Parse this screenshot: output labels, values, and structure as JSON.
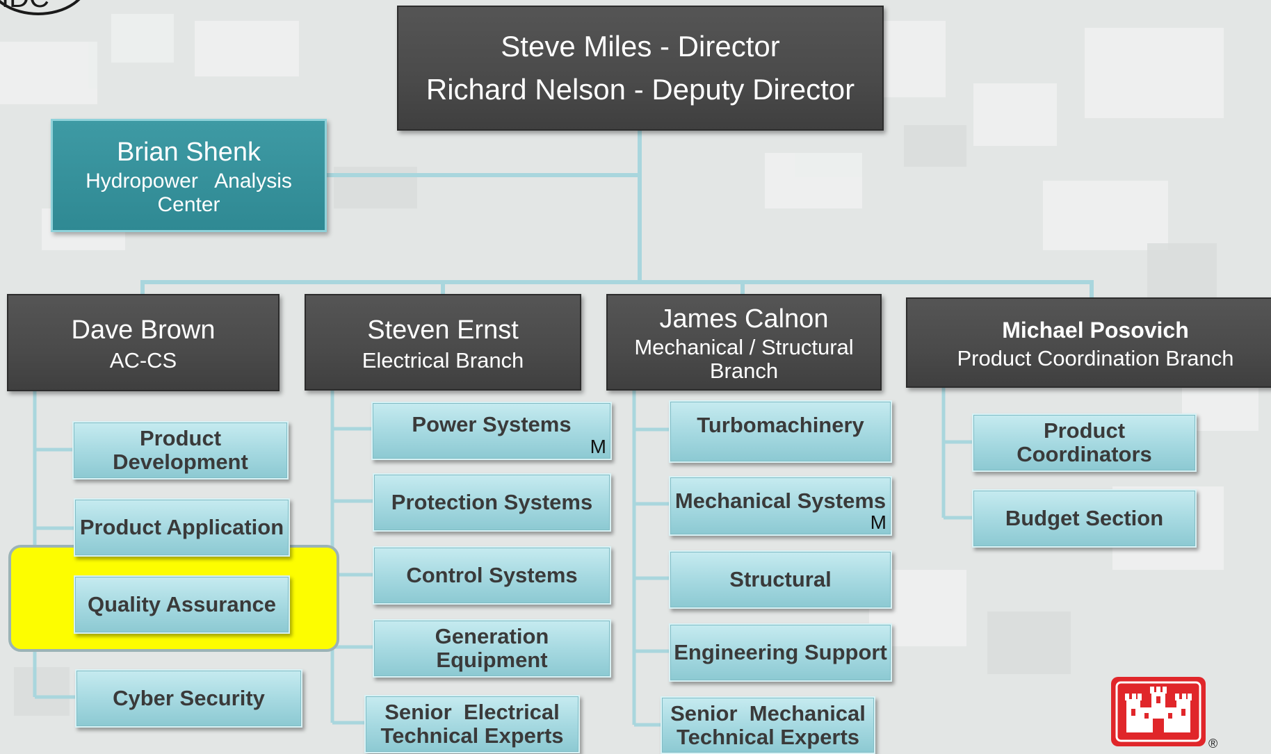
{
  "director": {
    "line1": "Steve Miles - Director",
    "line2": "Richard Nelson - Deputy Director"
  },
  "hac": {
    "name": "Brian Shenk",
    "line1": "Hydropower   Analysis",
    "line2": "Center"
  },
  "branches": [
    {
      "name": "Dave Brown",
      "title": "AC-CS",
      "title2": ""
    },
    {
      "name": "Steven Ernst",
      "title": "Electrical Branch",
      "title2": ""
    },
    {
      "name": "James Calnon",
      "title": "Mechanical / Structural",
      "title2": "Branch"
    },
    {
      "name": "Michael Posovich",
      "title": "Product Coordination Branch",
      "title2": ""
    }
  ],
  "acs_items": [
    {
      "l1": "Product",
      "l2": "Development"
    },
    {
      "l1": "Product Application",
      "l2": ""
    },
    {
      "l1": "Quality Assurance",
      "l2": ""
    },
    {
      "l1": "Cyber Security",
      "l2": ""
    }
  ],
  "electrical_items": [
    {
      "l1": "Power Systems",
      "l2": "",
      "mark": "M"
    },
    {
      "l1": "Protection Systems",
      "l2": "",
      "mark": ""
    },
    {
      "l1": "Control Systems",
      "l2": "",
      "mark": ""
    },
    {
      "l1": "Generation",
      "l2": "Equipment",
      "mark": ""
    },
    {
      "l1": "Senior  Electrical",
      "l2": "Technical Experts",
      "mark": ""
    }
  ],
  "mechanical_items": [
    {
      "l1": "Turbomachinery",
      "l2": "",
      "mark": ""
    },
    {
      "l1": "Mechanical Systems",
      "l2": "",
      "mark": "M"
    },
    {
      "l1": "Structural",
      "l2": "",
      "mark": ""
    },
    {
      "l1": "Engineering Support",
      "l2": "",
      "mark": ""
    },
    {
      "l1": "Senior  Mechanical",
      "l2": "Technical Experts",
      "mark": ""
    }
  ],
  "coordination_items": [
    {
      "l1": "Product",
      "l2": "Coordinators"
    },
    {
      "l1": "Budget Section",
      "l2": ""
    }
  ],
  "logo": {
    "registered": "®"
  },
  "colors": {
    "dark_box": "#4a4a4a",
    "teal_box": "#3193a0",
    "leaf_box": "#a9dbe2",
    "highlight": "#fdfd00",
    "connector": "#a9d6dd",
    "logo_red": "#e0262a"
  }
}
